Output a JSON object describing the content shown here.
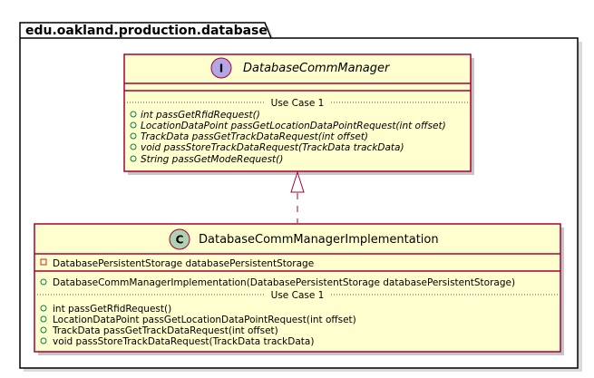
{
  "package": {
    "name": "edu.oakland.production.database"
  },
  "interface": {
    "stereotype_glyph": "I",
    "name": "DatabaseCommManager",
    "separator_label": "Use Case 1",
    "methods": [
      "int passGetRfidRequest()",
      "LocationDataPoint passGetLocationDataPointRequest(int offset)",
      "TrackData passGetTrackDataRequest(int offset)",
      "void passStoreTrackDataRequest(TrackData trackData)",
      "String passGetModeRequest()"
    ]
  },
  "class": {
    "stereotype_glyph": "C",
    "name": "DatabaseCommManagerImplementation",
    "fields": [
      "DatabasePersistentStorage databasePersistentStorage"
    ],
    "constructors": [
      "DatabaseCommManagerImplementation(DatabasePersistentStorage databasePersistentStorage)"
    ],
    "separator_label": "Use Case 1",
    "methods": [
      "int passGetRfidRequest()",
      "LocationDataPoint passGetLocationDataPointRequest(int offset)",
      "TrackData passGetTrackDataRequest(int offset)",
      "void passStoreTrackDataRequest(TrackData trackData)"
    ]
  },
  "relation": {
    "type": "realization"
  },
  "colors": {
    "box_fill": "#FEFECE",
    "box_border": "#A80036",
    "interface_badge": "#B4A7E5",
    "class_badge": "#ADD1B2",
    "public_marker": "#038048",
    "private_marker": "#C82930"
  }
}
